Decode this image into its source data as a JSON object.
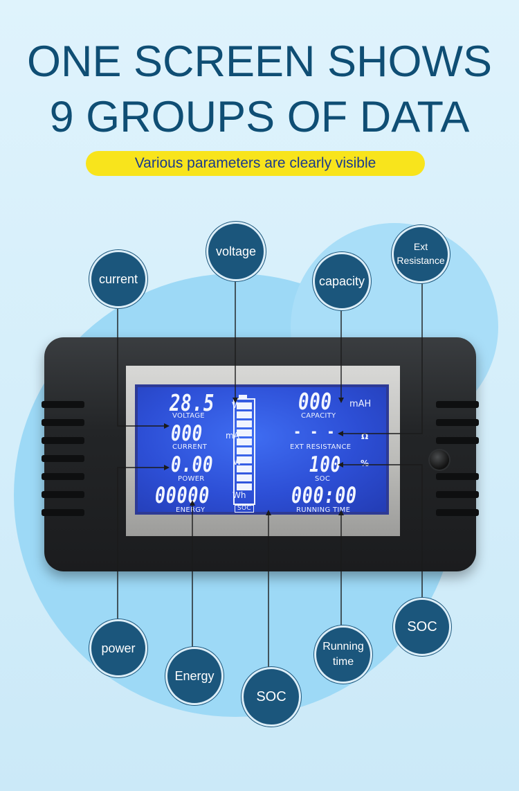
{
  "headline": {
    "line1": "ONE SCREEN SHOWS",
    "line2": "9 GROUPS OF DATA",
    "subtitle": "Various parameters are clearly visible"
  },
  "colors": {
    "headline": "#0f4e74",
    "subtitle_bg": "#f8e41c",
    "bubble_bg": "#1b567c",
    "lcd_blue": "#2d4fd6"
  },
  "callouts": {
    "current": "current",
    "voltage": "voltage",
    "capacity": "capacity",
    "ext_line1": "Ext",
    "ext_line2": "Resistance",
    "power": "power",
    "energy": "Energy",
    "soc_bottom": "SOC",
    "running_line1": "Running",
    "running_line2": "time",
    "soc_right": "SOC"
  },
  "display": {
    "voltage_value": "28.5",
    "voltage_unit": "V",
    "voltage_label": "VOLTAGE",
    "current_value": "000",
    "current_unit": "mA",
    "current_label": "CURRENT",
    "power_value": "0.00",
    "power_unit": "W",
    "power_label": "POWER",
    "energy_value": "00000",
    "energy_unit": "Wh",
    "energy_label": "ENERGY",
    "capacity_value": "000",
    "capacity_unit": "mAH",
    "capacity_label": "CAPACITY",
    "resistance_value": "- - -",
    "resistance_unit": "Ω",
    "resistance_label": "EXT RESISTANCE",
    "soc_value": "100",
    "soc_unit": "%",
    "soc_label": "SOC",
    "time_value": "000:00",
    "time_label": "RUNNING TIME",
    "battery_label": "SOC",
    "battery_level": 1.0
  }
}
